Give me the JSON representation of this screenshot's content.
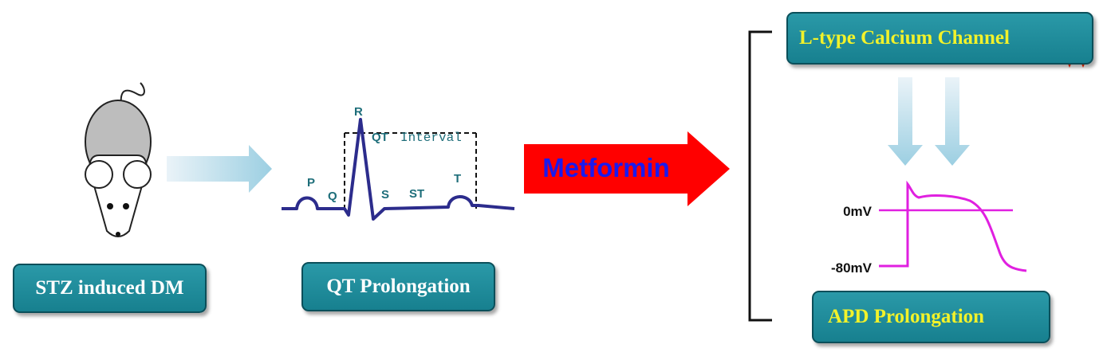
{
  "boxes": {
    "stz": "STZ induced DM",
    "qt": "QT Prolongation",
    "calcium": "L-type Calcium Channel",
    "apd": "APD Prolongation"
  },
  "ecg": {
    "r": "R",
    "p": "P",
    "q": "Q",
    "s": "S",
    "st": "ST",
    "t": "T",
    "qt_label": "QT",
    "interval_label": "Interval"
  },
  "arrow_text": "Metformin",
  "ap": {
    "zero": "0mV",
    "rest": "-80mV"
  },
  "colors": {
    "box_fill": "#1e8c9a",
    "red_arrow": "#ff0000",
    "metformin_text": "#1a1aee",
    "ecg_line": "#2c2c8c",
    "ap_curve": "#e020e0",
    "yellow_text": "#f2f22a"
  }
}
